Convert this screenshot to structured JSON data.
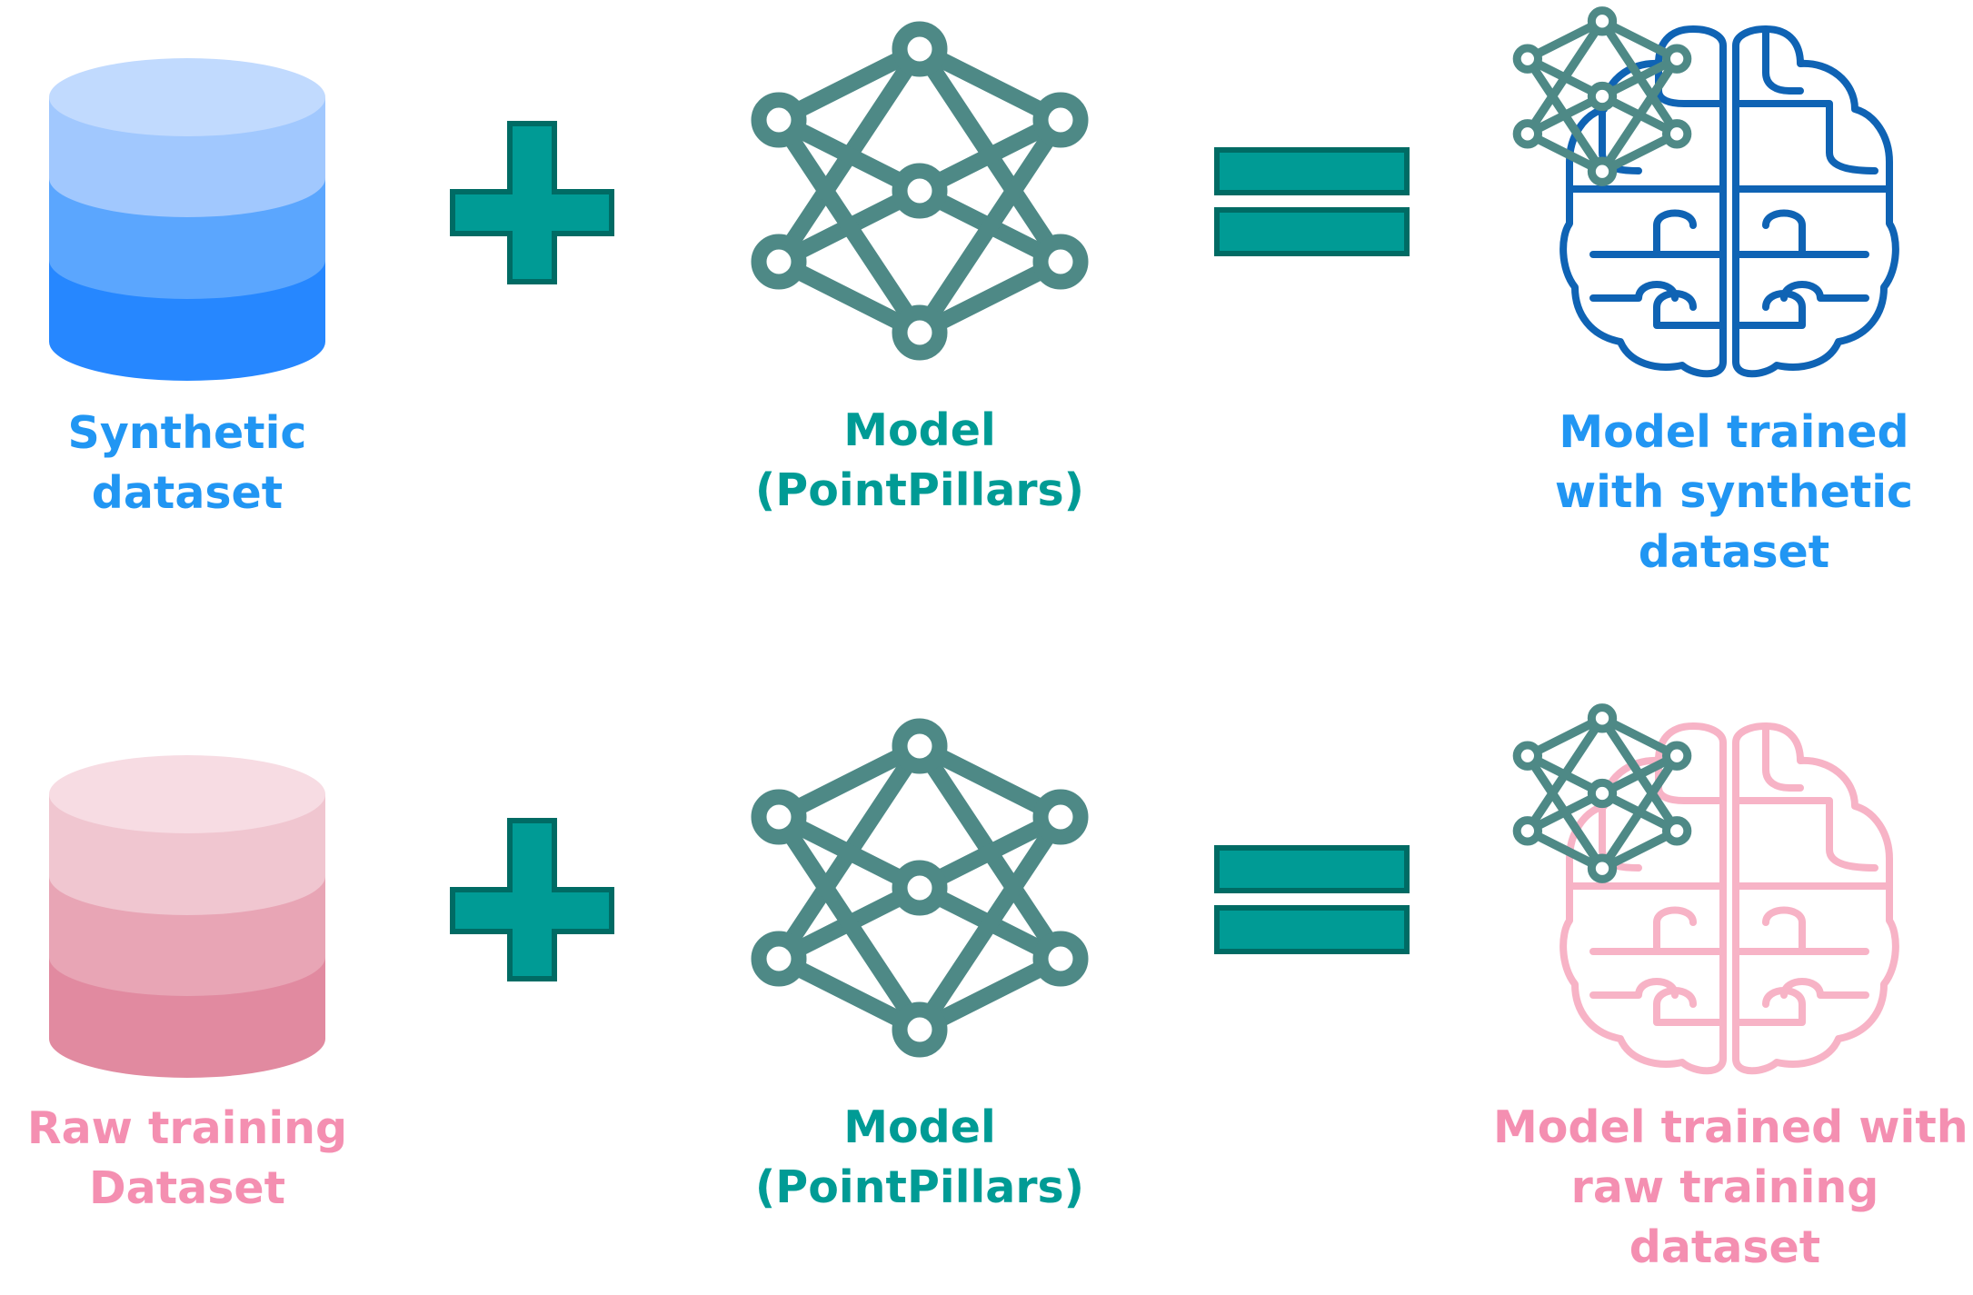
{
  "colors": {
    "teal": "#009b95",
    "teal_dark": "#006b64",
    "network": "#4e8986",
    "blue_text": "#2196f3",
    "blue_brain": "#0f63b4",
    "pink_text": "#f48fb1",
    "pink_brain": "#f7b3c6",
    "blue_db": [
      "#c1dafe",
      "#a1c8fe",
      "#5ba6fe",
      "#2687ff"
    ],
    "pink_db": [
      "#f7dce3",
      "#f0c6d0",
      "#e8a5b5",
      "#e18aa0"
    ]
  },
  "rows": [
    {
      "theme": "blue",
      "dataset_label": [
        "Synthetic",
        "dataset"
      ],
      "operator_plus": "plus",
      "model_label": [
        "Model",
        "(PointPillars)"
      ],
      "operator_equals": "equals",
      "result_label": [
        "Model trained",
        "with synthetic",
        "dataset"
      ],
      "icons": [
        "database-icon",
        "plus-icon",
        "neural-network-icon",
        "equals-icon",
        "brain-icon"
      ]
    },
    {
      "theme": "pink",
      "dataset_label": [
        "Raw training",
        "Dataset"
      ],
      "operator_plus": "plus",
      "model_label": [
        "Model",
        "(PointPillars)"
      ],
      "operator_equals": "equals",
      "result_label": [
        "Model trained with",
        "raw training",
        "dataset"
      ],
      "icons": [
        "database-icon",
        "plus-icon",
        "neural-network-icon",
        "equals-icon",
        "brain-icon"
      ]
    }
  ]
}
